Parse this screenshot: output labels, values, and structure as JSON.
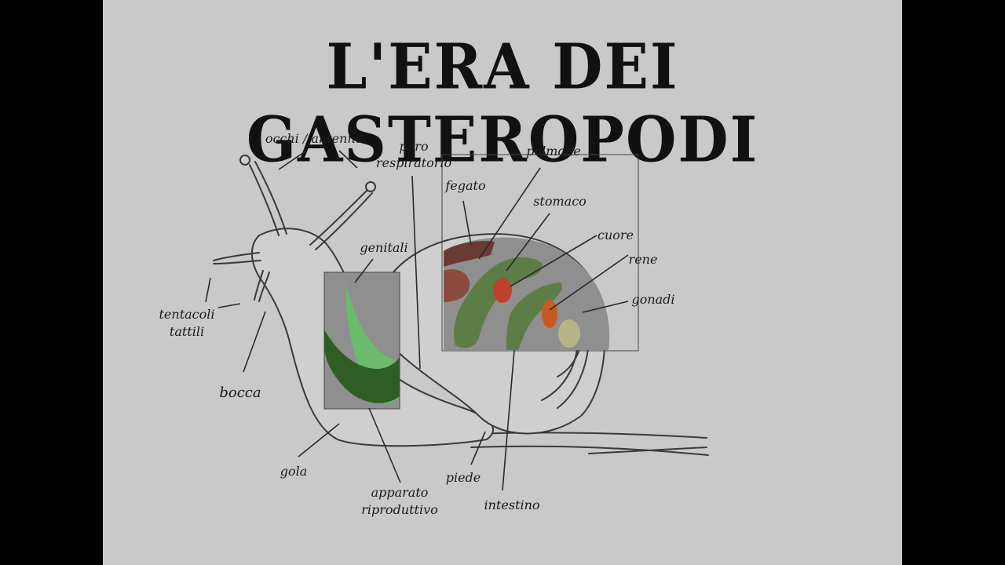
{
  "title": "L'ERA DEI GASTEROPODI",
  "colors": {
    "background": "#c9c9c9",
    "frame": "#000000",
    "lung_green": "#5d7d46",
    "reproductive_green": "#2f5e24",
    "highlight_green": "#66c266",
    "liver_red": "#8a4a40",
    "heart_red": "#c0402e",
    "kidney_orange": "#c65a20",
    "gonad_tan": "#b8b48a"
  },
  "labels": {
    "eyes": "occhi / antenne",
    "pore_1": "poro",
    "pore_2": "respiratorio",
    "lung": "polmone",
    "liver": "fegato",
    "stomach": "stomaco",
    "heart": "cuore",
    "kidney": "rene",
    "gonads": "gonadi",
    "genitals": "genitali",
    "tentacles_1": "tentacoli",
    "tentacles_2": "tattili",
    "mouth": "bocca",
    "throat": "gola",
    "repro_1": "apparato",
    "repro_2": "riproduttivo",
    "foot": "piede",
    "intestine": "intestino"
  }
}
